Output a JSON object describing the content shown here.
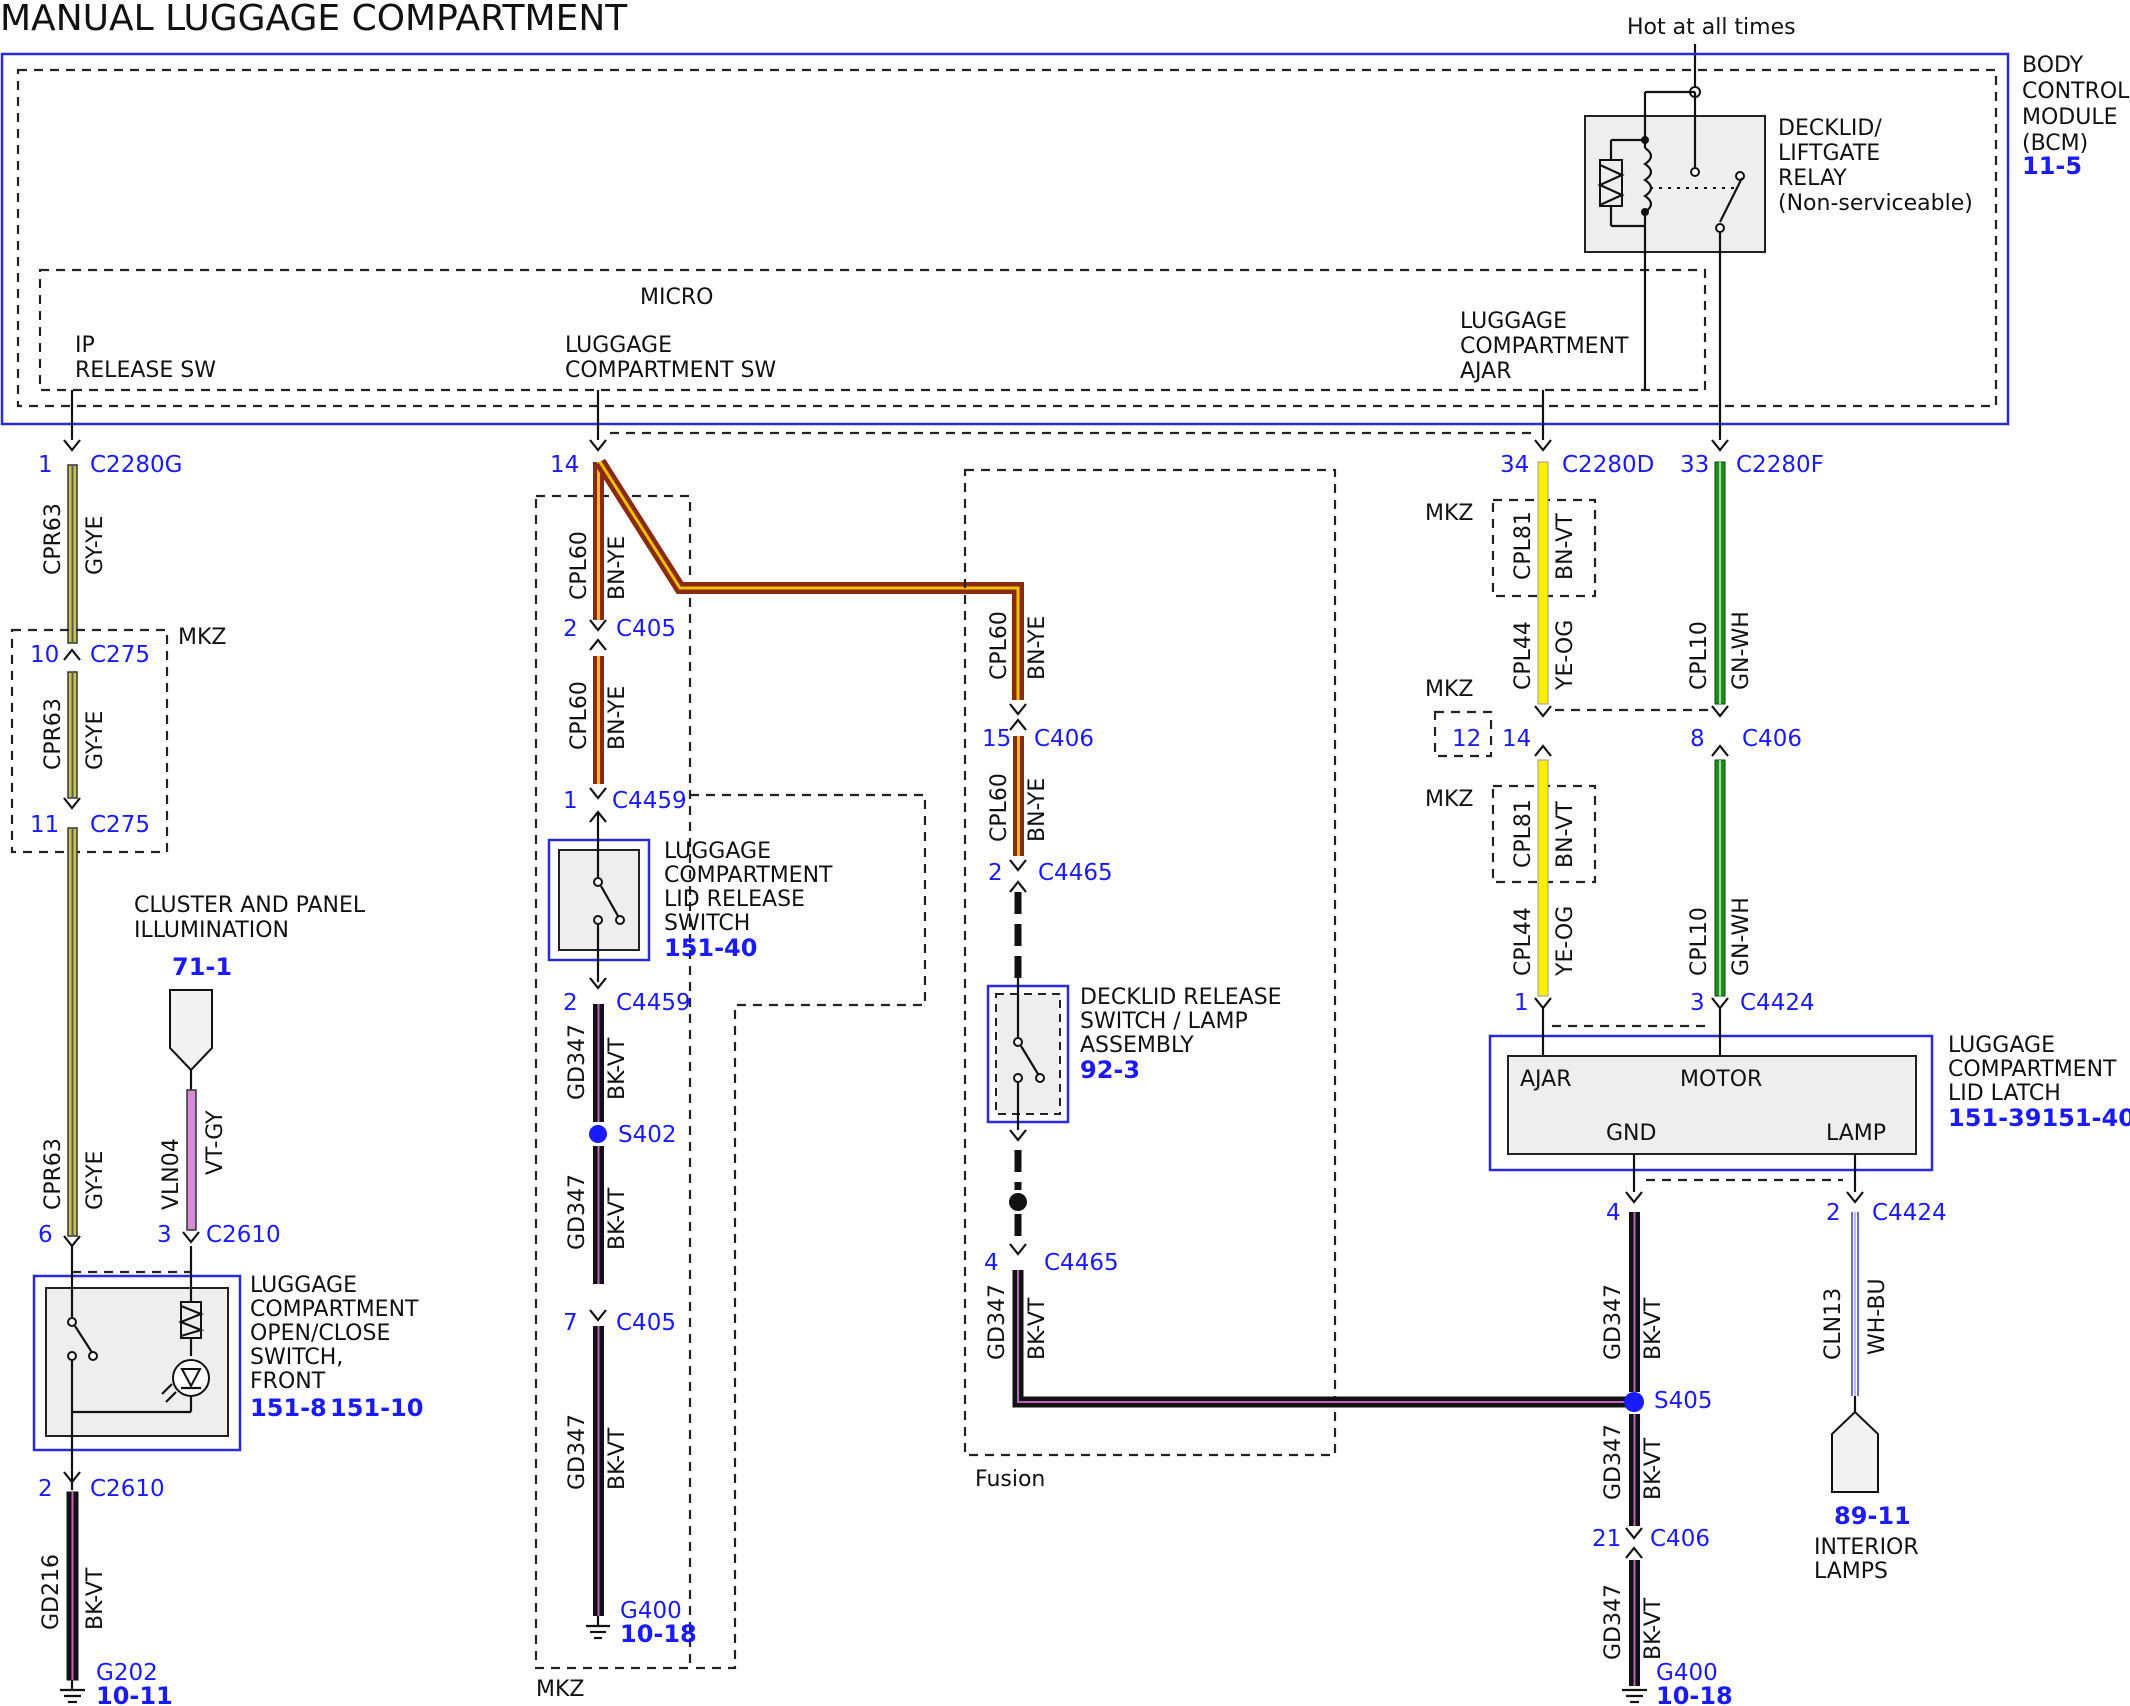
{
  "title": "MANUAL LUGGAGE COMPARTMENT",
  "power": {
    "label": "Hot at all times"
  },
  "bcm": {
    "label_lines": [
      "BODY",
      "CONTROL",
      "MODULE",
      "(BCM)"
    ],
    "ref": "11-5",
    "micro_label": "MICRO",
    "pins": {
      "ip_release": [
        "IP",
        "RELEASE SW"
      ],
      "luggage_sw": [
        "LUGGAGE",
        "COMPARTMENT SW"
      ],
      "luggage_ajar": [
        "LUGGAGE",
        "COMPARTMENT",
        "AJAR"
      ]
    }
  },
  "relay": {
    "label_lines": [
      "DECKLID/",
      "LIFTGATE",
      "RELAY",
      "(Non-serviceable)"
    ]
  },
  "connectors": {
    "c2280g": {
      "pin": "1",
      "name": "C2280G"
    },
    "c275_a": {
      "pin": "10",
      "name": "C275"
    },
    "c275_b": {
      "pin": "11",
      "name": "C275"
    },
    "c2610_6": {
      "pin": "6",
      "name": ""
    },
    "c2610_3": {
      "pin": "3",
      "name": "C2610"
    },
    "c2610_2": {
      "pin": "2",
      "name": "C2610"
    },
    "c2280_14": {
      "pin": "14",
      "name": ""
    },
    "c405_2": {
      "pin": "2",
      "name": "C405"
    },
    "c4459_1": {
      "pin": "1",
      "name": "C4459"
    },
    "c4459_2": {
      "pin": "2",
      "name": "C4459"
    },
    "c405_7": {
      "pin": "7",
      "name": "C405"
    },
    "c406_15": {
      "pin": "15",
      "name": "C406"
    },
    "c4465_2": {
      "pin": "2",
      "name": "C4465"
    },
    "c4465_4": {
      "pin": "4",
      "name": "C4465"
    },
    "c2280d": {
      "pin": "34",
      "name": "C2280D"
    },
    "c2280f": {
      "pin": "33",
      "name": "C2280F"
    },
    "c406_12": {
      "pin": "12",
      "name": ""
    },
    "c406_14": {
      "pin": "14",
      "name": ""
    },
    "c406_8": {
      "pin": "8",
      "name": "C406"
    },
    "c4424_1": {
      "pin": "1",
      "name": ""
    },
    "c4424_3": {
      "pin": "3",
      "name": "C4424"
    },
    "c4424_4": {
      "pin": "4",
      "name": ""
    },
    "c4424_2": {
      "pin": "2",
      "name": "C4424"
    },
    "c406_21": {
      "pin": "21",
      "name": "C406"
    }
  },
  "wires": {
    "cpr63_a": {
      "circuit": "CPR63",
      "color": "GY-YE"
    },
    "cpr63_b": {
      "circuit": "CPR63",
      "color": "GY-YE"
    },
    "cpr63_c": {
      "circuit": "CPR63",
      "color": "GY-YE"
    },
    "vln04": {
      "circuit": "VLN04",
      "color": "VT-GY"
    },
    "gd216": {
      "circuit": "GD216",
      "color": "BK-VT"
    },
    "cpl60_a": {
      "circuit": "CPL60",
      "color": "BN-YE"
    },
    "cpl60_b": {
      "circuit": "CPL60",
      "color": "BN-YE"
    },
    "cpl60_c": {
      "circuit": "CPL60",
      "color": "BN-YE"
    },
    "cpl60_d": {
      "circuit": "CPL60",
      "color": "BN-YE"
    },
    "gd347_a": {
      "circuit": "GD347",
      "color": "BK-VT"
    },
    "gd347_b": {
      "circuit": "GD347",
      "color": "BK-VT"
    },
    "gd347_c": {
      "circuit": "GD347",
      "color": "BK-VT"
    },
    "gd347_d": {
      "circuit": "GD347",
      "color": "BK-VT"
    },
    "gd347_e": {
      "circuit": "GD347",
      "color": "BK-VT"
    },
    "gd347_f": {
      "circuit": "GD347",
      "color": "BK-VT"
    },
    "gd347_g": {
      "circuit": "GD347",
      "color": "BK-VT"
    },
    "cpl81_a": {
      "circuit": "CPL81",
      "color": "BN-VT"
    },
    "cpl44_a": {
      "circuit": "CPL44",
      "color": "YE-OG"
    },
    "cpl81_b": {
      "circuit": "CPL81",
      "color": "BN-VT"
    },
    "cpl44_b": {
      "circuit": "CPL44",
      "color": "YE-OG"
    },
    "cpl10_a": {
      "circuit": "CPL10",
      "color": "GN-WH"
    },
    "cpl10_b": {
      "circuit": "CPL10",
      "color": "GN-WH"
    },
    "cln13": {
      "circuit": "CLN13",
      "color": "WH-BU"
    }
  },
  "wire_colors": {
    "gy_ye": "#c8c84a",
    "vt_gy": "#d58bd5",
    "bn_ye": "#8a2a10",
    "ye_og": "#ffee00",
    "gn_wh": "#1f8a1f",
    "bk_vt": "#111111",
    "wh_bu": "#6a6ae0",
    "link_blue": "#1a1aff"
  },
  "variants": {
    "mkz_c275": "MKZ",
    "mkz_left": "MKZ",
    "mkz_cpl81_a": "MKZ",
    "mkz_c406": "MKZ",
    "mkz_cpl81_b": "MKZ",
    "fusion": "Fusion"
  },
  "components": {
    "cluster": {
      "label_lines": [
        "CLUSTER AND PANEL",
        "ILLUMINATION"
      ],
      "ref": "71-1"
    },
    "open_close_switch": {
      "label_lines": [
        "LUGGAGE",
        "COMPARTMENT",
        "OPEN/CLOSE",
        "SWITCH,",
        "FRONT"
      ],
      "ref1": "151-8",
      "ref2": "151-10"
    },
    "lid_release_switch": {
      "label_lines": [
        "LUGGAGE",
        "COMPARTMENT",
        "LID RELEASE",
        "SWITCH"
      ],
      "ref": "151-40"
    },
    "decklid_switch": {
      "label_lines": [
        "DECKLID RELEASE",
        "SWITCH / LAMP",
        "ASSEMBLY"
      ],
      "ref": "92-3"
    },
    "lid_latch": {
      "label_lines": [
        "LUGGAGE",
        "COMPARTMENT",
        "LID LATCH"
      ],
      "ref": "151-39151-40",
      "pins": {
        "ajar": "AJAR",
        "motor": "MOTOR",
        "gnd": "GND",
        "lamp": "LAMP"
      }
    },
    "interior_lamps": {
      "label_lines": [
        "INTERIOR",
        "LAMPS"
      ],
      "ref": "89-11"
    }
  },
  "splices": {
    "s402": "S402",
    "s405": "S405"
  },
  "grounds": {
    "g202": {
      "name": "G202",
      "ref": "10-11"
    },
    "g400_a": {
      "name": "G400",
      "ref": "10-18"
    },
    "g400_b": {
      "name": "G400",
      "ref": "10-18"
    }
  }
}
